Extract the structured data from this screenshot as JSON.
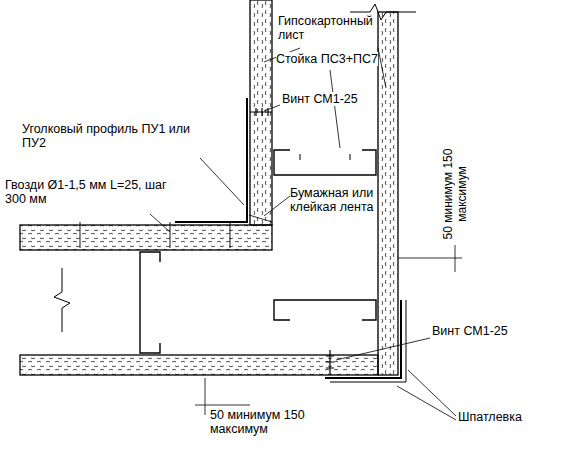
{
  "diagram": {
    "labels": [
      "Гипсокартонный лист",
      "Стойка ПС3+ПС7",
      "Винт СМ1-25",
      "Уголковый профиль ПУ1 или ПУ2",
      "Гвозди Ø1-1,5 мм L=25, шаг 300 мм",
      "Бумажная или клейкая лента",
      "50 минимум 150 максимум",
      "Винт СМ1-25",
      "50 минимум 150 максимум",
      "Шпатлевка"
    ]
  }
}
